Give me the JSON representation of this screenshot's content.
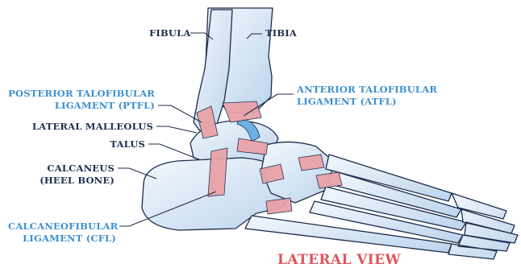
{
  "labels": {
    "fibula": "FIBULA",
    "tibia": "TIBIA",
    "ptfl_line1": "POSTERIOR TALOFIBULAR",
    "ptfl_line2": "LIGAMENT (PTFL)",
    "atfl_line1": "ANTERIOR TALOFIBULAR",
    "atfl_line2": "LIGAMENT (ATFL)",
    "lateral_malleolus": "LATERAL MALLEOLUS",
    "talus": "TALUS",
    "calcaneus_line1": "CALCANEUS",
    "calcaneus_line2": "(HEEL BONE)",
    "cfl_line1": "CALCANEOFIBULAR",
    "cfl_line2": "LIGAMENT (CFL)"
  },
  "title": "LATERAL VIEW",
  "colors": {
    "dark_label": "#1f2f52",
    "blue_label": "#3b8fd0",
    "title": "#e0555b",
    "bone_fill": "#dbe9f7",
    "bone_outline": "#1c2b4a",
    "ligament": "#e9a3a8"
  }
}
